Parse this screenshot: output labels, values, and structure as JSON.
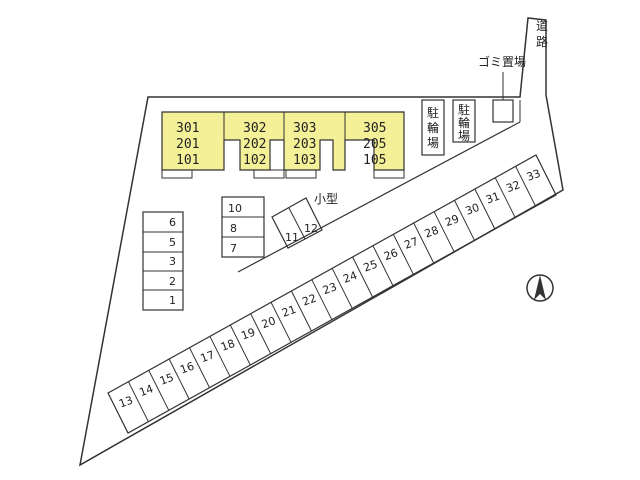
{
  "road_label": [
    "道",
    "路"
  ],
  "garbage_label": "ゴミ置場",
  "bicycle_label": [
    "駐",
    "輪",
    "場"
  ],
  "small_car_label": "小型",
  "buildings": [
    {
      "units": [
        "301",
        "201",
        "101"
      ]
    },
    {
      "units": [
        "302",
        "202",
        "102"
      ]
    },
    {
      "units": [
        "303",
        "203",
        "103"
      ]
    },
    {
      "units": [
        "305",
        "205",
        "105"
      ]
    }
  ],
  "left_column": [
    "6",
    "5",
    "3",
    "2",
    "1"
  ],
  "middle_column": [
    "10",
    "8",
    "7"
  ],
  "small_spaces": [
    "11",
    "12"
  ],
  "diagonal_row": [
    "13",
    "14",
    "15",
    "16",
    "17",
    "18",
    "19",
    "20",
    "21",
    "22",
    "23",
    "24",
    "25",
    "26",
    "27",
    "28",
    "29",
    "30",
    "31",
    "32",
    "33"
  ],
  "north_icon": "north-arrow",
  "colors": {
    "building": "#f4f097",
    "line": "#333333"
  }
}
